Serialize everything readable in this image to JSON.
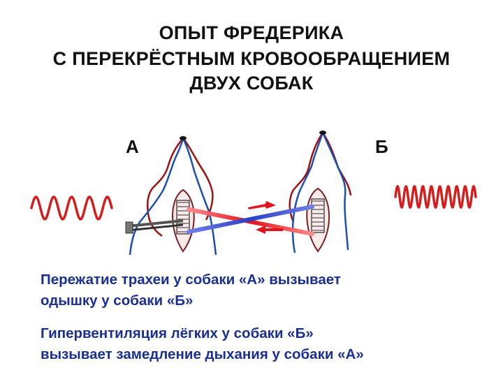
{
  "title": {
    "line1": "ОПЫТ ФРЕДЕРИКА",
    "line2": "С ПЕРЕКРЁСТНЫМ КРОВООБРАЩЕНИЕМ",
    "line3": "ДВУХ СОБАК"
  },
  "dogs": {
    "a_label": "А",
    "b_label": "Б"
  },
  "captions": {
    "first_line1": "Пережатие трахеи у собаки «А» вызывает",
    "first_line2": "одышку у собаки «Б»",
    "second_line1": "Гипервентиляция лёгких у собаки «Б»",
    "second_line2": "вызывает замедление дыхания у собаки «А»"
  },
  "breathing": {
    "dog_a_waves": 5,
    "dog_b_waves": 10
  },
  "colors": {
    "artery": "#e0141e",
    "vein": "#2a3fc4",
    "wave": "#d41e1e",
    "caption": "#1a2f95",
    "outline_red": "#9c1111",
    "outline_blue": "#1c4fb0"
  }
}
